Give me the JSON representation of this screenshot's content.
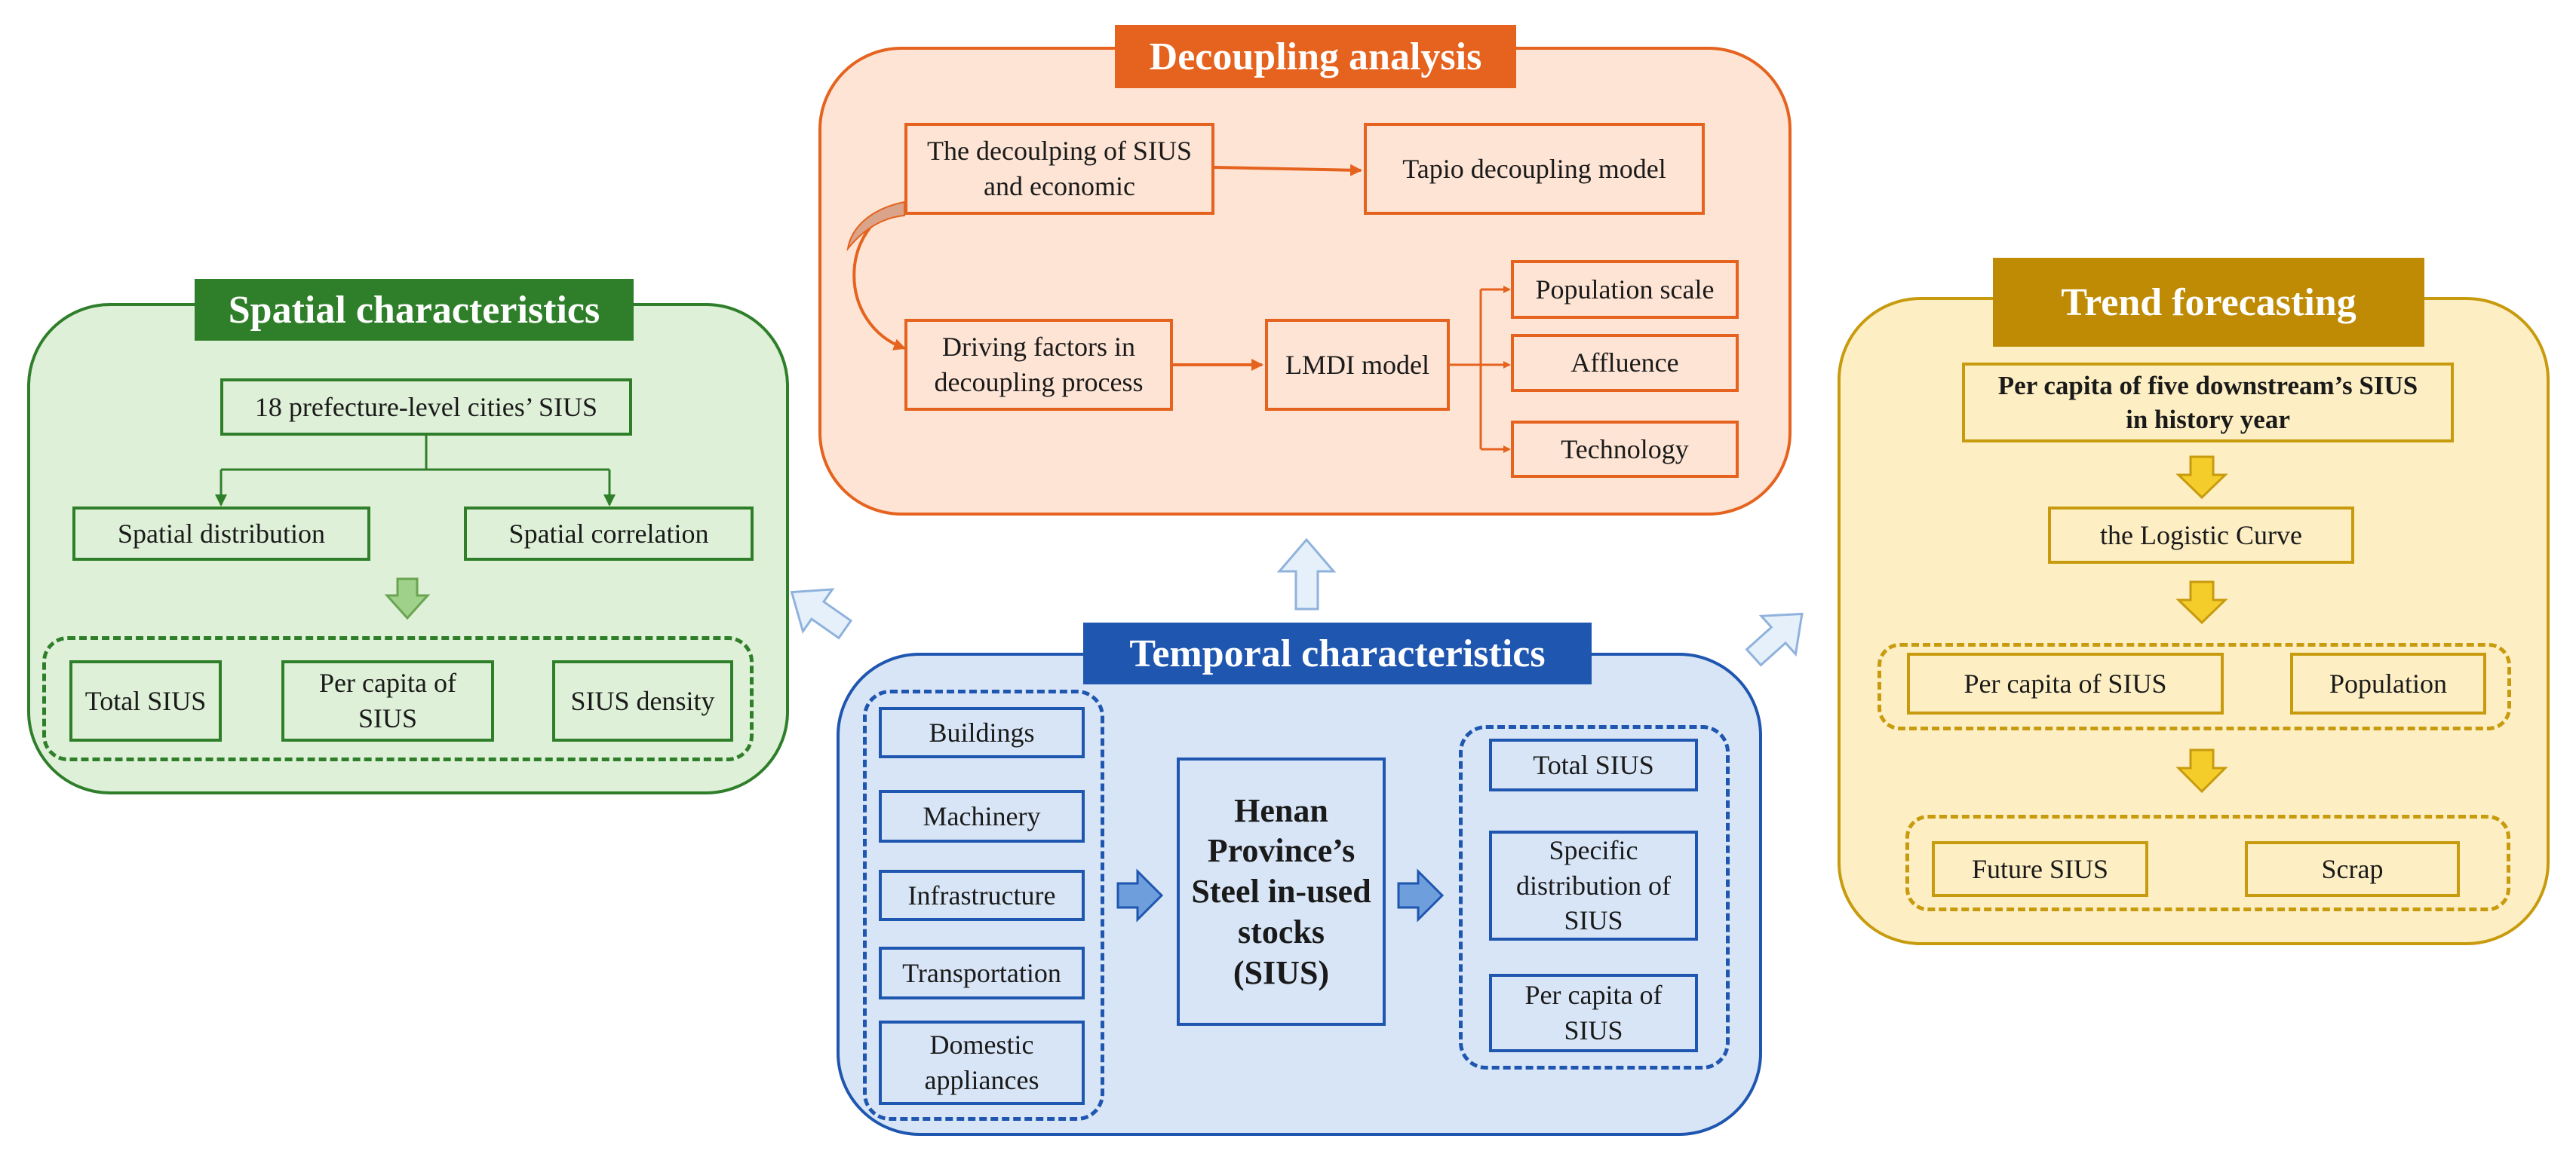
{
  "colors": {
    "decoupling_fill": "#fde4d4",
    "decoupling_stroke": "#e5631e",
    "spatial_fill": "#dff0d8",
    "spatial_stroke": "#2f7f2a",
    "temporal_fill": "#d8e5f6",
    "temporal_stroke": "#1f56b0",
    "trend_fill": "#fdefc3",
    "trend_stroke": "#c89b0f"
  },
  "decoupling": {
    "title": "Decoupling analysis",
    "decoupling_of": "The decoulping of SIUS and economic",
    "tapio": "Tapio decoupling model",
    "driving": "Driving factors in decoupling process",
    "lmdi": "LMDI model",
    "population": "Population scale",
    "affluence": "Affluence",
    "technology": "Technology"
  },
  "spatial": {
    "title": "Spatial characteristics",
    "cities": "18 prefecture-level cities’ SIUS",
    "distribution": "Spatial  distribution",
    "correlation": "Spatial correlation",
    "total": "Total SIUS",
    "per_capita": "Per capita of SIUS",
    "density": "SIUS density"
  },
  "temporal": {
    "title": "Temporal characteristics",
    "buildings": "Buildings",
    "machinery": "Machinery",
    "infrastructure": "Infrastructure",
    "transportation": "Transportation",
    "domestic": "Domestic appliances",
    "center": "Henan Province’s Steel in-used stocks (SIUS)",
    "total": "Total SIUS",
    "specific": "Specific distribution of SIUS",
    "per_capita": "Per capita of SIUS"
  },
  "trend": {
    "title": "Trend forecasting",
    "history": "Per capita of five downstream’s SIUS in history year",
    "logistic": "the Logistic Curve",
    "per_capita": "Per capita of SIUS",
    "population": "Population",
    "future": "Future SIUS",
    "scrap": "Scrap"
  }
}
